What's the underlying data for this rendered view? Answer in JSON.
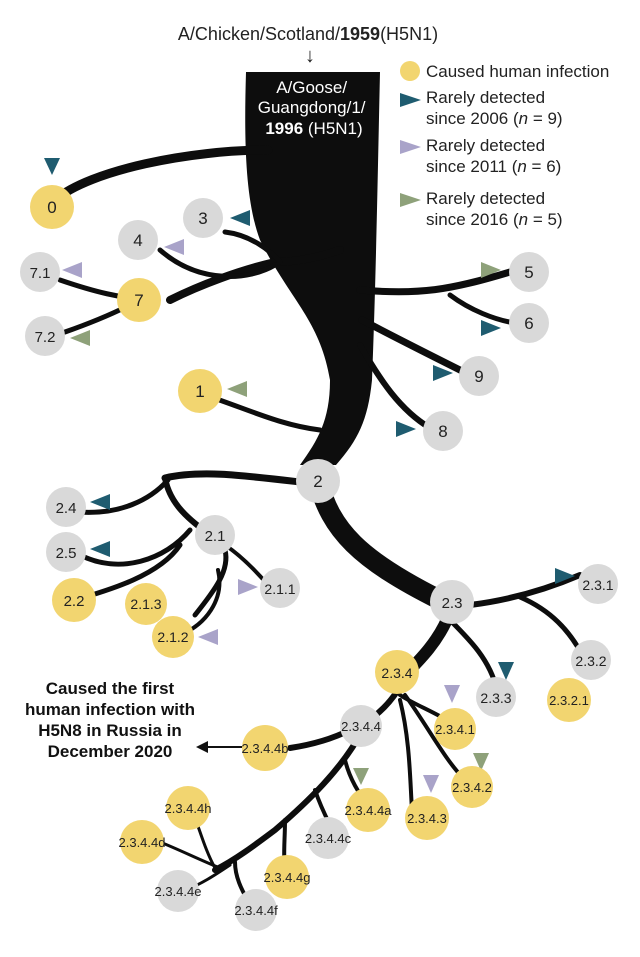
{
  "colors": {
    "human": "#f2d570",
    "grey_node": "#d9d9d9",
    "tri_2006": "#1f5c70",
    "tri_2011": "#a9a3c9",
    "tri_2016": "#8ea17a",
    "branch": "#0d0d0d"
  },
  "header": {
    "ancestor_name": "A/Chicken/Scotland/",
    "ancestor_year": "1959",
    "ancestor_subtype": "(H5N1)",
    "arrow": "↓",
    "root_line1": "A/Goose/",
    "root_line2": "Guangdong/1/",
    "root_year": "1996",
    "root_subtype": " (H5N1)"
  },
  "legend": {
    "human": "Caused human infection",
    "rare_2006_line1": "Rarely detected",
    "rare_2006_line2": "since 2006 (",
    "rare_2006_n": "n",
    "rare_2006_count": " = 9)",
    "rare_2011_line1": "Rarely detected",
    "rare_2011_line2": "since 2011 (",
    "rare_2011_n": "n",
    "rare_2011_count": " = 6)",
    "rare_2016_line1": "Rarely detected",
    "rare_2016_line2": "since 2016 (",
    "rare_2016_n": "n",
    "rare_2016_count": " = 5)"
  },
  "callout": {
    "line1": "Caused the first",
    "line2": "human infection with",
    "line3": "H5N8 in Russia in",
    "line4": "December 2020"
  },
  "clades": {
    "c0": "0",
    "c1": "1",
    "c2": "2",
    "c3": "3",
    "c4": "4",
    "c5": "5",
    "c6": "6",
    "c7": "7",
    "c71": "7.1",
    "c72": "7.2",
    "c8": "8",
    "c9": "9",
    "c21": "2.1",
    "c211": "2.1.1",
    "c212": "2.1.2",
    "c213": "2.1.3",
    "c22": "2.2",
    "c23": "2.3",
    "c24": "2.4",
    "c25": "2.5",
    "c231": "2.3.1",
    "c232": "2.3.2",
    "c2321": "2.3.2.1",
    "c233": "2.3.3",
    "c234": "2.3.4",
    "c2341": "2.3.4.1",
    "c2342": "2.3.4.2",
    "c2343": "2.3.4.3",
    "c2344": "2.3.4.4",
    "c2344a": "2.3.4.4a",
    "c2344b": "2.3.4.4b",
    "c2344c": "2.3.4.4c",
    "c2344d": "2.3.4.4d",
    "c2344e": "2.3.4.4e",
    "c2344f": "2.3.4.4f",
    "c2344g": "2.3.4.4g",
    "c2344h": "2.3.4.4h"
  }
}
